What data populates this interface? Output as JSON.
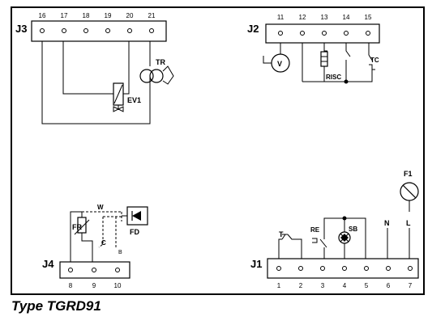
{
  "caption": "Type TGRD91",
  "connectors": {
    "j3": {
      "name": "J3",
      "pins": [
        "16",
        "17",
        "18",
        "19",
        "20",
        "21"
      ]
    },
    "j2": {
      "name": "J2",
      "pins": [
        "11",
        "12",
        "13",
        "14",
        "15"
      ]
    },
    "j4": {
      "name": "J4",
      "pins": [
        "8",
        "9",
        "10"
      ]
    },
    "j1": {
      "name": "J1",
      "pins": [
        "1",
        "2",
        "3",
        "4",
        "5",
        "6",
        "7"
      ]
    }
  },
  "components": {
    "tr": "TR",
    "ev1": "EV1",
    "v": "V",
    "risc": "RISC",
    "tc": "TC",
    "f1": "F1",
    "fr": "FR",
    "fd": "FD",
    "w": "W",
    "c": "C",
    "b": "B",
    "t": "T",
    "re": "RE",
    "sb": "SB",
    "n": "N",
    "l": "L"
  }
}
